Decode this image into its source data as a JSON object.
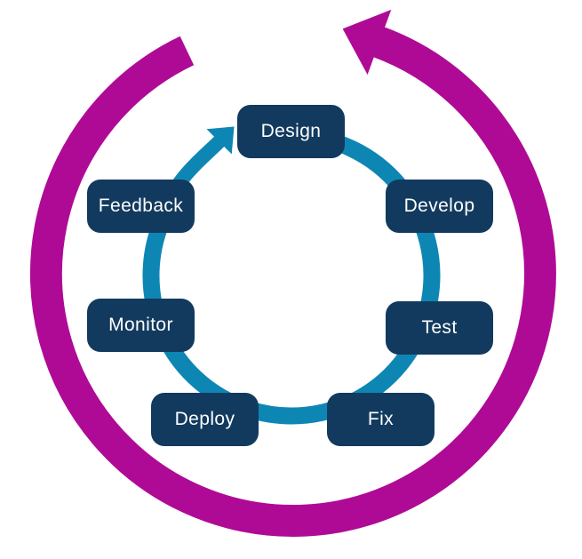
{
  "diagram": {
    "type": "cycle",
    "steps": [
      {
        "label": "Design"
      },
      {
        "label": "Develop"
      },
      {
        "label": "Test"
      },
      {
        "label": "Fix"
      },
      {
        "label": "Deploy"
      },
      {
        "label": "Monitor"
      },
      {
        "label": "Feedback"
      }
    ],
    "colors": {
      "outer_arrow": "#AF0A96",
      "inner_arrow": "#0E86B4",
      "node_fill": "#123A5E",
      "node_text": "#FFFFFF",
      "background": "#FFFFFF"
    }
  }
}
